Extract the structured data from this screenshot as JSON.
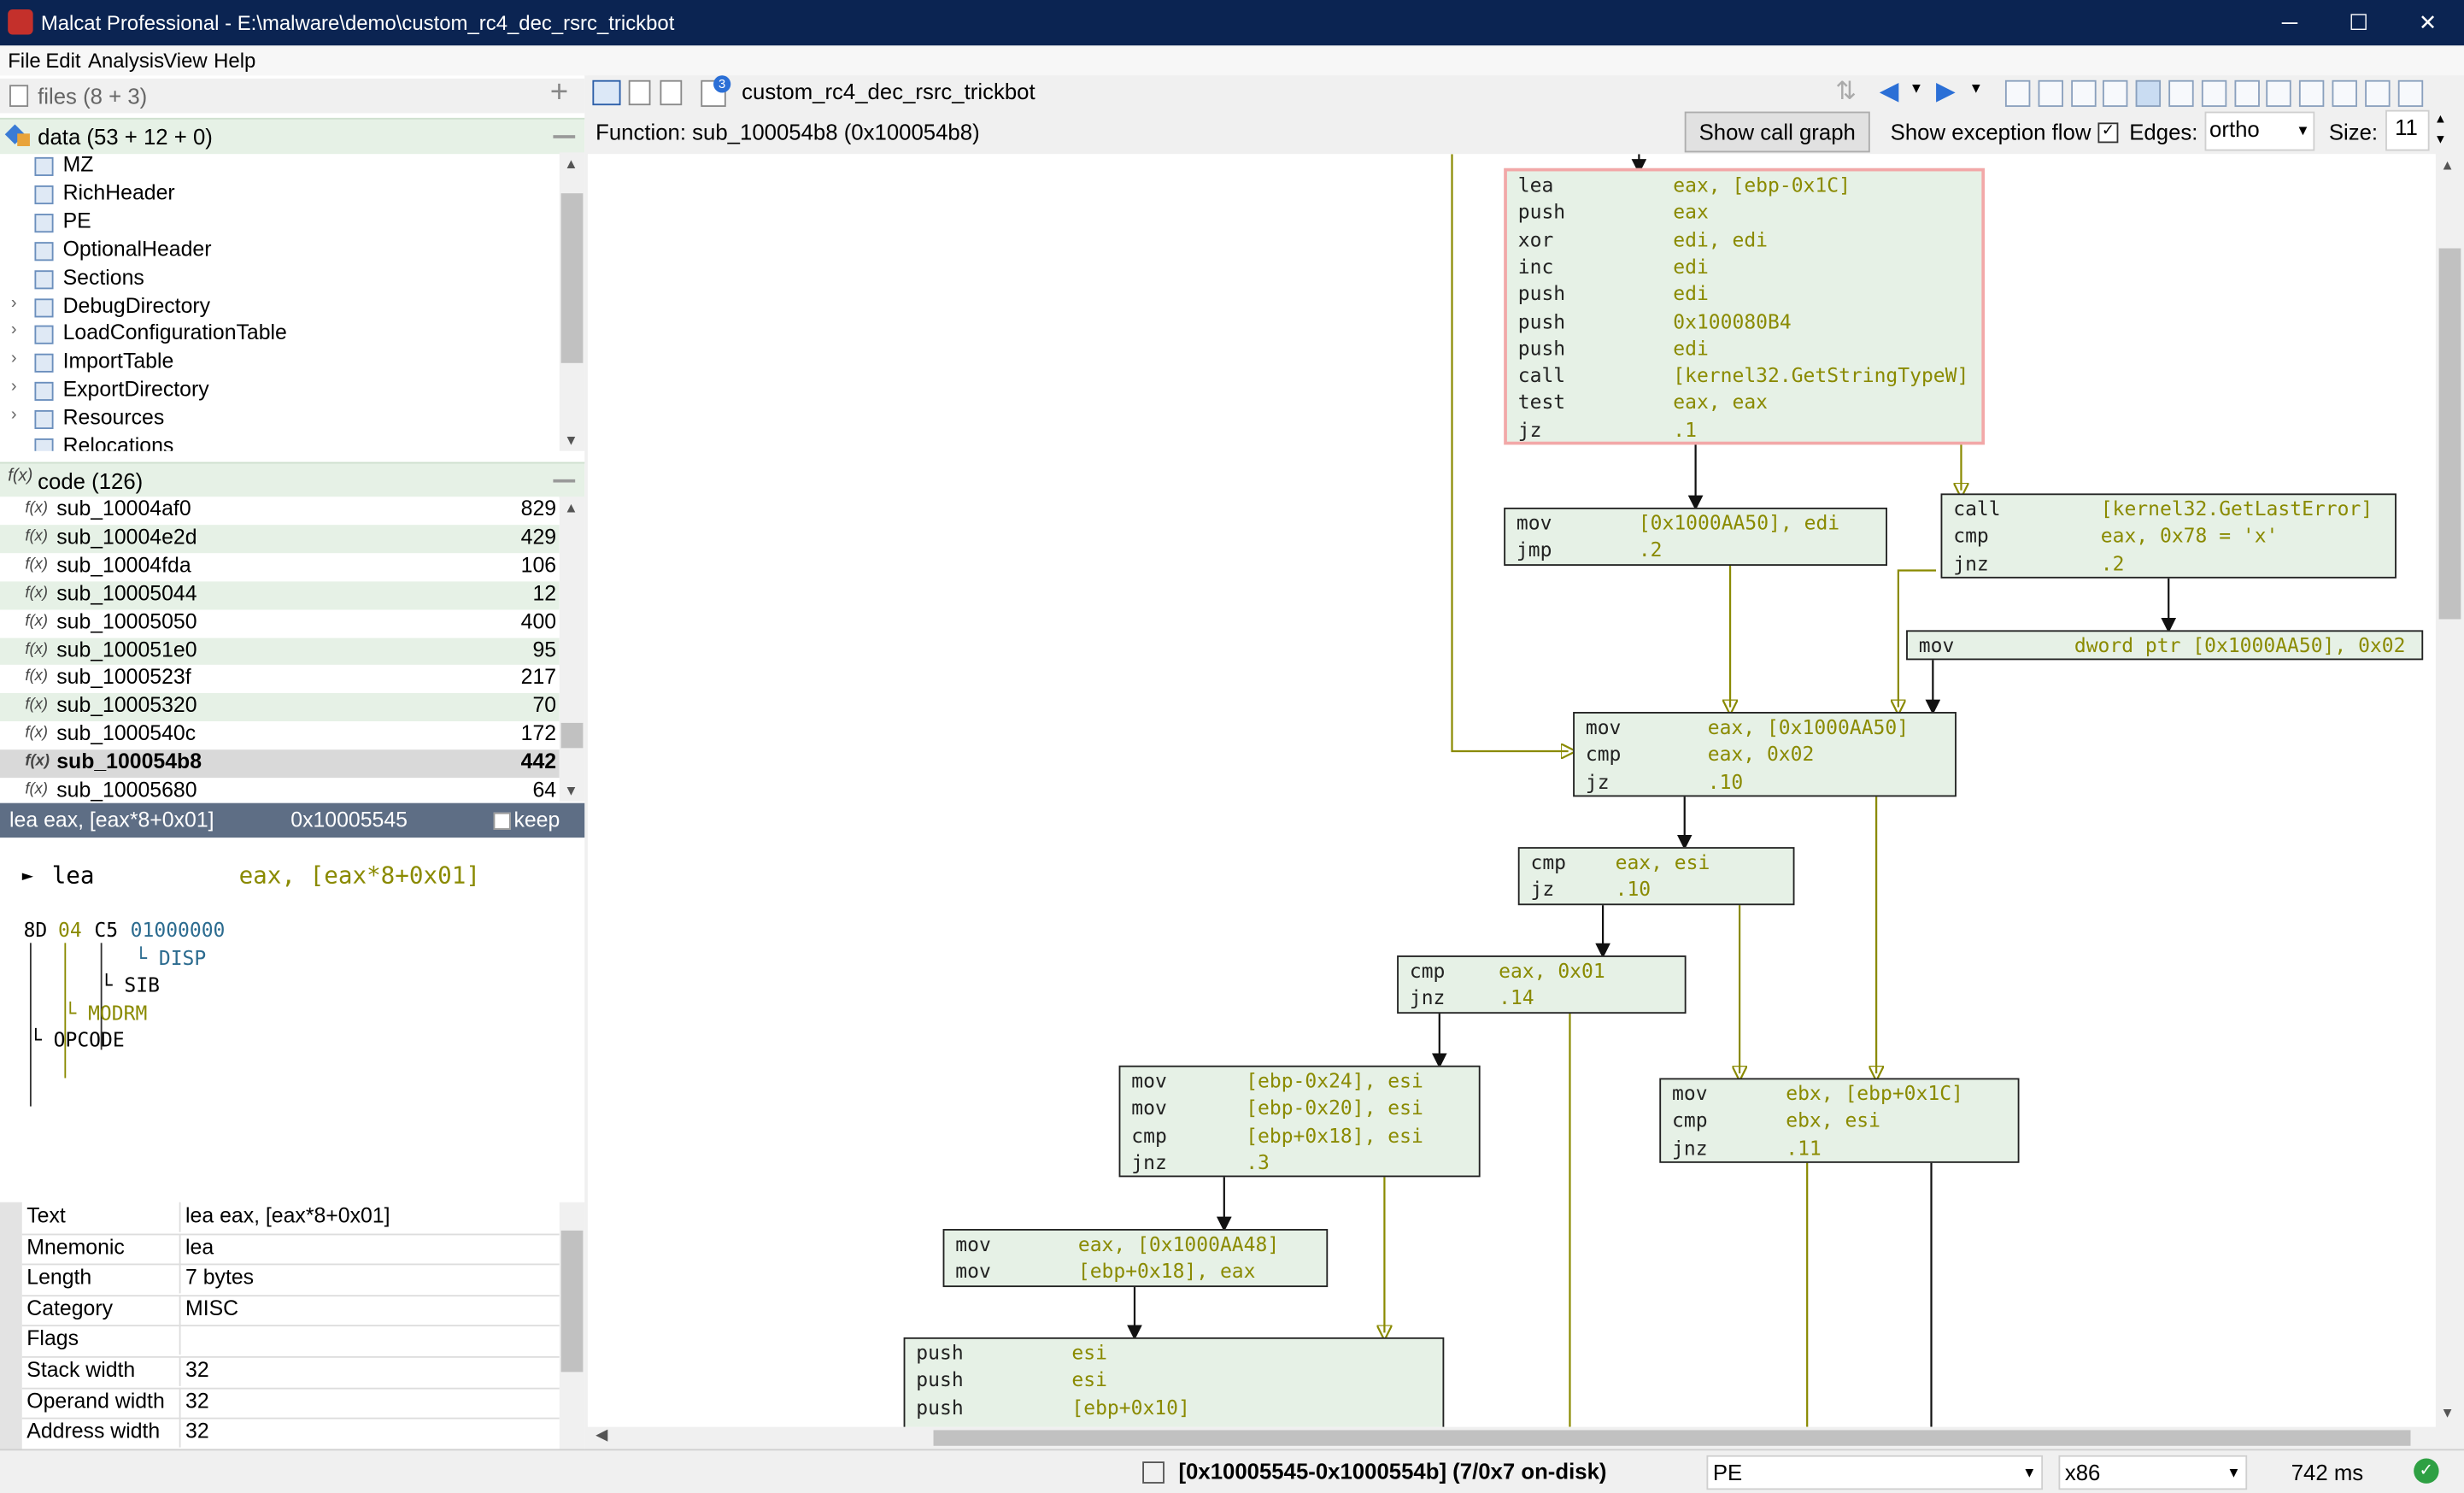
{
  "window": {
    "title": "Malcat Professional - E:\\malware\\demo\\custom_rc4_dec_rsrc_trickbot",
    "min": "─",
    "max": "☐",
    "close": "✕"
  },
  "menu": [
    "File",
    "Edit",
    "Analysis",
    "View",
    "Help"
  ],
  "files_panel": {
    "title": "files (8 + 3)",
    "plus": "+"
  },
  "data_panel": {
    "title": "data (53 + 12 + 0)",
    "items": [
      {
        "label": "MZ",
        "expand": false
      },
      {
        "label": "RichHeader",
        "expand": false
      },
      {
        "label": "PE",
        "expand": false
      },
      {
        "label": "OptionalHeader",
        "expand": false
      },
      {
        "label": "Sections",
        "expand": false
      },
      {
        "label": "DebugDirectory",
        "expand": true
      },
      {
        "label": "LoadConfigurationTable",
        "expand": true
      },
      {
        "label": "ImportTable",
        "expand": true
      },
      {
        "label": "ExportDirectory",
        "expand": true
      },
      {
        "label": "Resources",
        "expand": true
      },
      {
        "label": "Relocations",
        "expand": false
      }
    ]
  },
  "code_panel": {
    "title": "code (126)",
    "items": [
      {
        "name": "sub_10004af0",
        "size": "829"
      },
      {
        "name": "sub_10004e2d",
        "size": "429"
      },
      {
        "name": "sub_10004fda",
        "size": "106"
      },
      {
        "name": "sub_10005044",
        "size": "12"
      },
      {
        "name": "sub_10005050",
        "size": "400"
      },
      {
        "name": "sub_100051e0",
        "size": "95"
      },
      {
        "name": "sub_1000523f",
        "size": "217"
      },
      {
        "name": "sub_10005320",
        "size": "70"
      },
      {
        "name": "sub_1000540c",
        "size": "172"
      },
      {
        "name": "sub_100054b8",
        "size": "442"
      },
      {
        "name": "sub_10005680",
        "size": "64"
      }
    ]
  },
  "instr_header": {
    "text": "lea eax, [eax*8+0x01]",
    "addr": "0x10005545",
    "keep": "keep"
  },
  "instr_detail": {
    "arrow": "►",
    "mnemonic": "lea",
    "operands": "eax, [eax*8+0x01]",
    "bytes": [
      "8D",
      "04",
      "C5",
      "01000000"
    ],
    "disp": "└ DISP",
    "sib": "└ SIB",
    "modrm": "└ MODRM",
    "opcode": "└ OPCODE"
  },
  "properties": [
    {
      "k": "Text",
      "v": "lea eax, [eax*8+0x01]"
    },
    {
      "k": "Mnemonic",
      "v": "lea"
    },
    {
      "k": "Length",
      "v": "7 bytes"
    },
    {
      "k": "Category",
      "v": "MISC"
    },
    {
      "k": "Flags",
      "v": ""
    },
    {
      "k": "Stack width",
      "v": "32"
    },
    {
      "k": "Operand width",
      "v": "32"
    },
    {
      "k": "Address width",
      "v": "32"
    }
  ],
  "graph_toolbar": {
    "tab": "custom_rc4_dec_rsrc_trickbot",
    "badge": "3"
  },
  "graph_header": {
    "function": "Function: sub_100054b8 (0x100054b8)",
    "show_call_graph": "Show call graph",
    "exception_flow": "Show exception flow",
    "edges_label": "Edges:",
    "edges_value": "ortho",
    "size_label": "Size:",
    "size_value": "11"
  },
  "blocks": {
    "b1": [
      [
        "lea",
        "eax, [ebp-0x1C]"
      ],
      [
        "push",
        "eax"
      ],
      [
        "xor",
        "edi, edi"
      ],
      [
        "inc",
        "edi"
      ],
      [
        "push",
        "edi"
      ],
      [
        "push",
        "0x100080B4"
      ],
      [
        "push",
        "edi"
      ],
      [
        "call",
        "[kernel32.GetStringTypeW]"
      ],
      [
        "test",
        "eax, eax"
      ],
      [
        "jz",
        ".1"
      ]
    ],
    "b2": [
      [
        "mov",
        "[0x1000AA50], edi"
      ],
      [
        "jmp",
        ".2"
      ]
    ],
    "b3": [
      [
        "call",
        "[kernel32.GetLastError]"
      ],
      [
        "cmp",
        "eax, 0x78 = 'x'"
      ],
      [
        "jnz",
        ".2"
      ]
    ],
    "b4": [
      [
        "mov",
        "dword ptr [0x1000AA50], 0x02"
      ]
    ],
    "b5": [
      [
        "mov",
        "eax, [0x1000AA50]"
      ],
      [
        "cmp",
        "eax, 0x02"
      ],
      [
        "jz",
        ".10"
      ]
    ],
    "b6": [
      [
        "cmp",
        "eax, esi"
      ],
      [
        "jz",
        ".10"
      ]
    ],
    "b7": [
      [
        "cmp",
        "eax, 0x01"
      ],
      [
        "jnz",
        ".14"
      ]
    ],
    "b8": [
      [
        "mov",
        "[ebp-0x24], esi"
      ],
      [
        "mov",
        "[ebp-0x20], esi"
      ],
      [
        "cmp",
        "[ebp+0x18], esi"
      ],
      [
        "jnz",
        ".3"
      ]
    ],
    "b9": [
      [
        "mov",
        "ebx, [ebp+0x1C]"
      ],
      [
        "cmp",
        "ebx, esi"
      ],
      [
        "jnz",
        ".11"
      ]
    ],
    "b10": [
      [
        "mov",
        "eax, [0x1000AA48]"
      ],
      [
        "mov",
        "[ebp+0x18], eax"
      ]
    ],
    "b11": [
      [
        "push",
        "esi"
      ],
      [
        "push",
        "esi"
      ],
      [
        "push",
        "[ebp+0x10]"
      ]
    ]
  },
  "status": {
    "range": "[0x10005545-0x1000554b] (7/0x7 on-disk)",
    "format": "PE",
    "arch": "x86",
    "time": "742 ms"
  }
}
